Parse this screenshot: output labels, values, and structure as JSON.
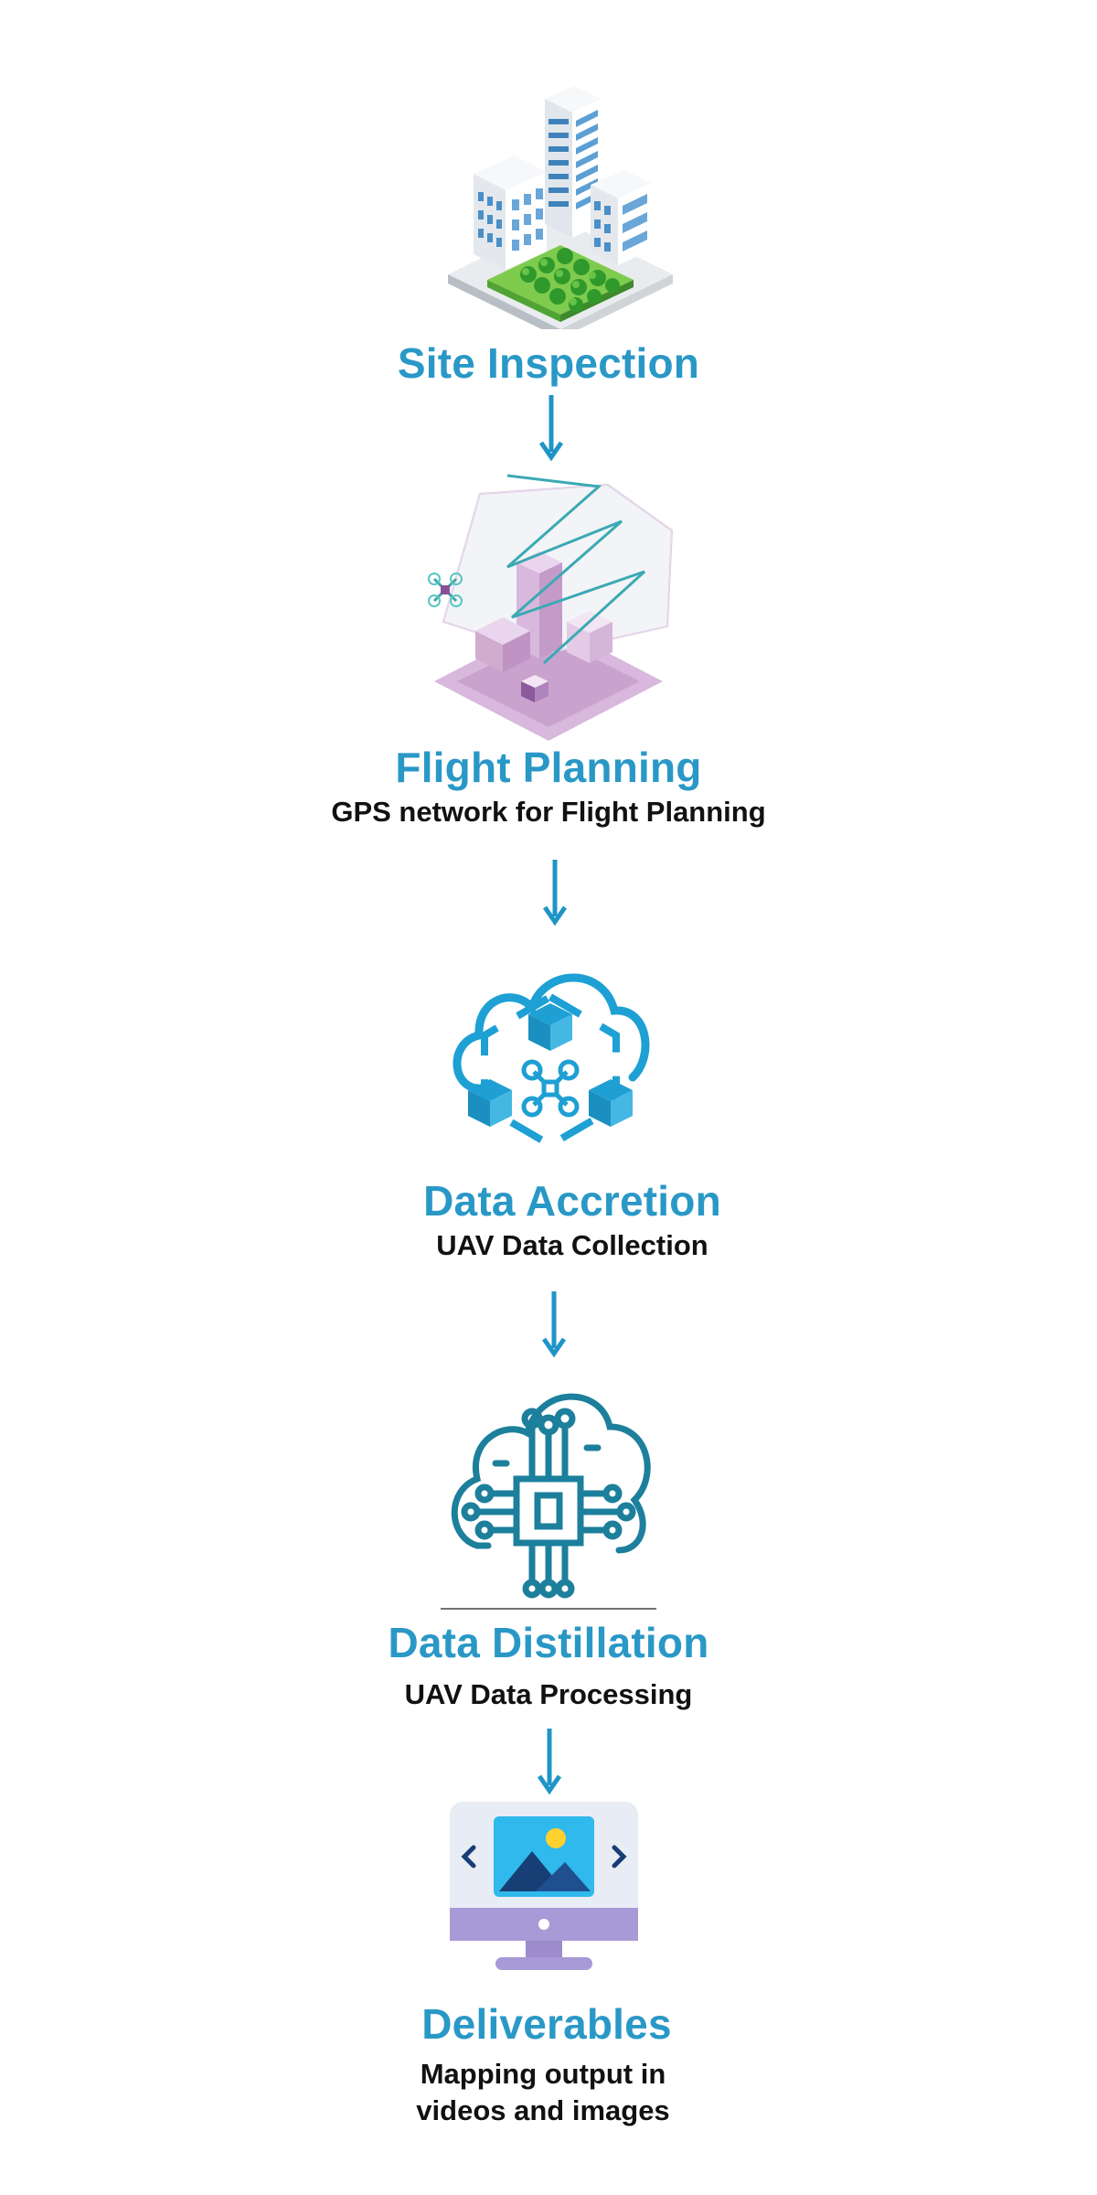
{
  "colors": {
    "title": "#2a98c6",
    "subtitle": "#111111",
    "arrow": "#1f95c7",
    "icon_blue": "#1ea0d4",
    "icon_teal": "#1c7f9c",
    "building_blue": "#4a8fc7",
    "lawn_green": "#5bbf3a",
    "plan_purple": "#d8b9dc",
    "drone_teal": "#3fa9a9",
    "monitor_purple": "#a89ad6"
  },
  "steps": [
    {
      "id": "site-inspection",
      "title": "Site Inspection",
      "subtitle": "",
      "icon": "isometric-city-icon"
    },
    {
      "id": "flight-planning",
      "title": "Flight Planning",
      "subtitle": "GPS network for Flight Planning",
      "icon": "flight-plan-drone-icon"
    },
    {
      "id": "data-accretion",
      "title": "Data Accretion",
      "subtitle": "UAV Data Collection",
      "icon": "cloud-drone-network-icon"
    },
    {
      "id": "data-distillation",
      "title": "Data Distillation",
      "subtitle": "UAV Data Processing",
      "icon": "cloud-chip-circuit-icon"
    },
    {
      "id": "deliverables",
      "title": "Deliverables",
      "subtitle": "Mapping output in videos and images",
      "subtitle_lines": [
        "Mapping output in",
        "videos and images"
      ],
      "icon": "monitor-image-icon"
    }
  ]
}
